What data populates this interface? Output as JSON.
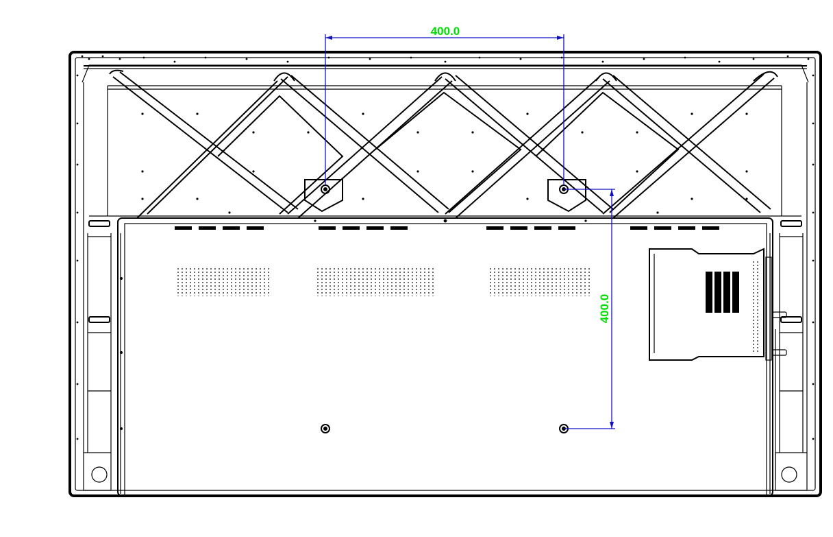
{
  "dimensions": {
    "horizontal": {
      "label": "400.0",
      "value": 400.0
    },
    "vertical": {
      "label": "400.0",
      "value": 400.0
    }
  },
  "colors": {
    "outline": "#000000",
    "dimension_line": "#1010c8",
    "dimension_text": "#00dd00",
    "background": "#ffffff"
  }
}
